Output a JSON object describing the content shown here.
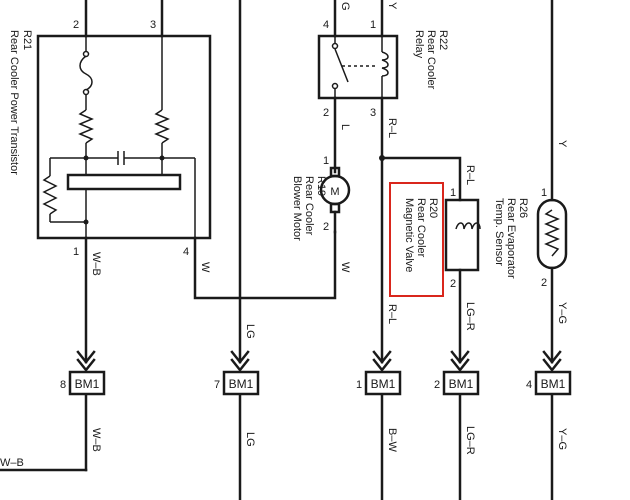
{
  "components": {
    "r21": {
      "code": "R21",
      "name": "Rear Cooler Power Transistor",
      "pins": [
        "2",
        "3",
        "1",
        "4"
      ]
    },
    "r22": {
      "code": "R22",
      "name1": "Rear Cooler",
      "name2": "Relay",
      "pins": [
        "4",
        "1",
        "2",
        "3"
      ]
    },
    "r19": {
      "code": "R19",
      "name1": "Rear Cooler",
      "name2": "Blower Motor",
      "pins": [
        "1",
        "2"
      ],
      "symbol": "M"
    },
    "r20": {
      "code": "R20",
      "name1": "Rear Cooler",
      "name2": "Magnetic Valve",
      "pins": [
        "1",
        "2"
      ]
    },
    "r26": {
      "code": "R26",
      "name1": "Rear Evaporator",
      "name2": "Temp. Sensor",
      "pins": [
        "1",
        "2"
      ]
    }
  },
  "wires": {
    "top_g": "G",
    "top_y_r22": "Y",
    "r22_pin2": "L",
    "r22_pin3": "R–L",
    "r20_in": "R–L",
    "r21_pin1": "W–B",
    "r21_pin4": "W",
    "r19_pin2": "W",
    "lg_mid": "LG",
    "rl_mid": "R–L",
    "lgr_mid": "LG–R",
    "y_right": "Y",
    "yg_mid": "Y–G",
    "bottom_wb": "W–B",
    "bottom_lg": "LG",
    "bottom_bw": "B–W",
    "bottom_lgr": "LG–R",
    "bottom_yg": "Y–G",
    "left_wb": "W–B"
  },
  "connectors": [
    {
      "pin": "8",
      "label": "BM1"
    },
    {
      "pin": "7",
      "label": "BM1"
    },
    {
      "pin": "1",
      "label": "BM1"
    },
    {
      "pin": "2",
      "label": "BM1"
    },
    {
      "pin": "4",
      "label": "BM1"
    }
  ],
  "highlight_color": "#d9261c"
}
